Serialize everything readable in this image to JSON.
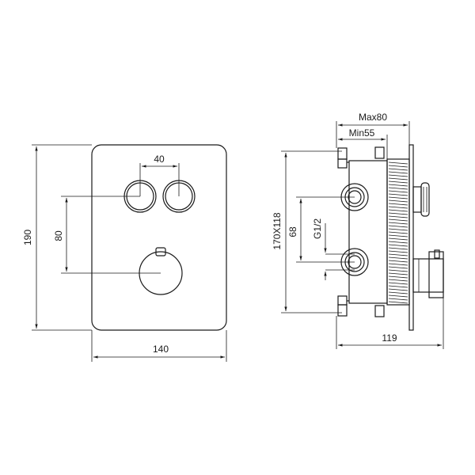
{
  "front_view": {
    "width_label": "140",
    "height_label": "190",
    "button_spacing_label": "40",
    "button_to_handle_label": "80"
  },
  "side_view": {
    "max_depth_label": "Max80",
    "min_depth_label": "Min55",
    "box_size_label": "170X118",
    "port_spacing_label": "68",
    "thread_label": "G1/2",
    "total_depth_label": "119"
  }
}
